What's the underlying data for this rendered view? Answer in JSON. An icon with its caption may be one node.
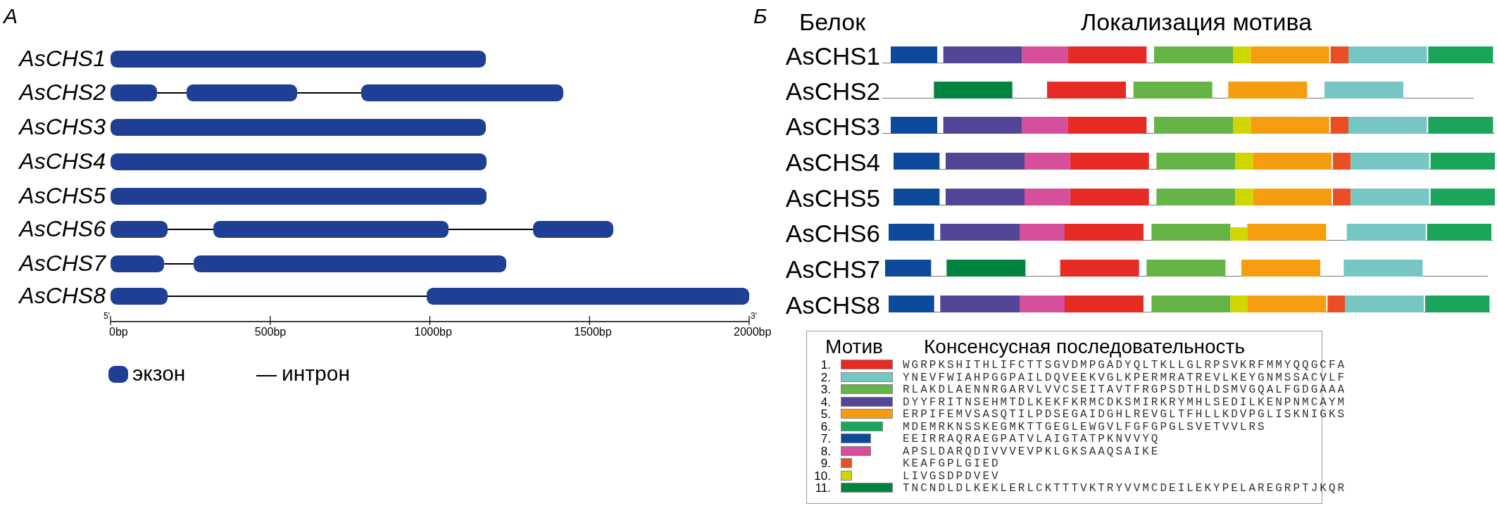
{
  "diagram": {
    "nodes": [
      {
        "text": [],
        "shape": "bar"
      },
      {
        "text": [],
        "shape": "bar"
      },
      {
        "text": [],
        "shape": "bar"
      },
      {
        "text": [],
        "shape": "bar"
      },
      {
        "text": [],
        "shape": "bar"
      },
      {
        "text": [],
        "shape": "bar"
      },
      {
        "text": [],
        "shape": "bar"
      },
      {
        "text": [],
        "shape": "bar"
      },
      {
        "text": [],
        "shape": "bar"
      },
      {
        "text": [],
        "shape": "bar"
      },
      {
        "text": [],
        "shape": "bar"
      },
      {
        "text": [],
        "shape": "bar"
      },
      {
        "text": [],
        "shape": "bar"
      },
      {
        "text": [],
        "shape": "bar"
      }
    ],
    "edges": [
      {
        "from": 1,
        "to": 2,
        "arrow": "none"
      },
      {
        "from": 2,
        "to": 3,
        "arrow": "none"
      },
      {
        "from": 7,
        "to": 8,
        "arrow": "none"
      },
      {
        "from": 8,
        "to": 9,
        "arrow": "none"
      },
      {
        "from": 10,
        "to": 11,
        "arrow": "none"
      },
      {
        "from": 12,
        "to": 13,
        "arrow": "none"
      }
    ],
    "labels": [
      "А",
      "AsCHS1",
      "AsCHS2",
      "AsCHS3",
      "AsCHS4",
      "AsCHS5",
      "AsCHS6",
      "AsCHS7",
      "AsCHS8",
      "5'",
      "3'",
      "0bp",
      "500bp",
      "1000bp",
      "1500bp",
      "2000bp",
      "Б",
      "Белок",
      "Локализация мотива",
      "AsCHS1",
      "AsCHS2",
      "AsCHS3",
      "AsCHS4",
      "AsCHS5",
      "AsCHS6",
      "AsCHS7",
      "AsCHS8",
      "Мотив",
      "Консенсусная последовательность",
      "1.",
      "2.",
      "3.",
      "4.",
      "5.",
      "6.",
      "7.",
      "8.",
      "9.",
      "10.",
      "11."
    ],
    "legend": [
      {
        "text": "экзон"
      },
      {
        "text": "интрон"
      },
      {
        "text": "WGRPKSHITHLIFCTTSGVDMPGADYQLTKLLGLRPSVKRFMMYQQGCFA",
        "color": "#e52b24"
      },
      {
        "text": "YNEVFWIAHPGGPAILDQVEEKVGLKPERMRATREVLKEYGNMSSACVLF",
        "color": "#76c6c4"
      },
      {
        "text": "RLAKDLAENNRGARVLVVCSEITAVTFRGPSDTHLDSMVGQALFGDGAAA",
        "color": "#66b446"
      },
      {
        "text": "DYYFRITNSEHMTDLKEKFKRMCDKSMIRKRYMHLSEDILKENPNMCAYM",
        "color": "#544696"
      },
      {
        "text": "ERPIFEMVSASQTILPDSEGAIDGHLREVGLTFHLLKDVPGLISKNIGKS",
        "color": "#f59d0e"
      },
      {
        "text": "MDEMRKNSSKEGMKTTGEGLEWGVLFGFGPGLSVETVVLRS",
        "color": "#1ba55a"
      },
      {
        "text": "EEIRRAQRAEGPATVLAIGTATPKNVVYQ",
        "color": "#0e4a9c"
      },
      {
        "text": "APSLDARQDIVVVEVPKLGKSAAQSAIKE",
        "color": "#d64f9b"
      },
      {
        "text": "KEAFGPLGIED",
        "color": "#e94e24"
      },
      {
        "text": "LIVGSDPDVEV",
        "color": "#cfd600"
      },
      {
        "text": "TNCNDLDLKEKLERLCKTTTVKTRYVVMCDEILEKYPELAREGRPTJKQR",
        "color": "#00843f"
      }
    ]
  }
}
